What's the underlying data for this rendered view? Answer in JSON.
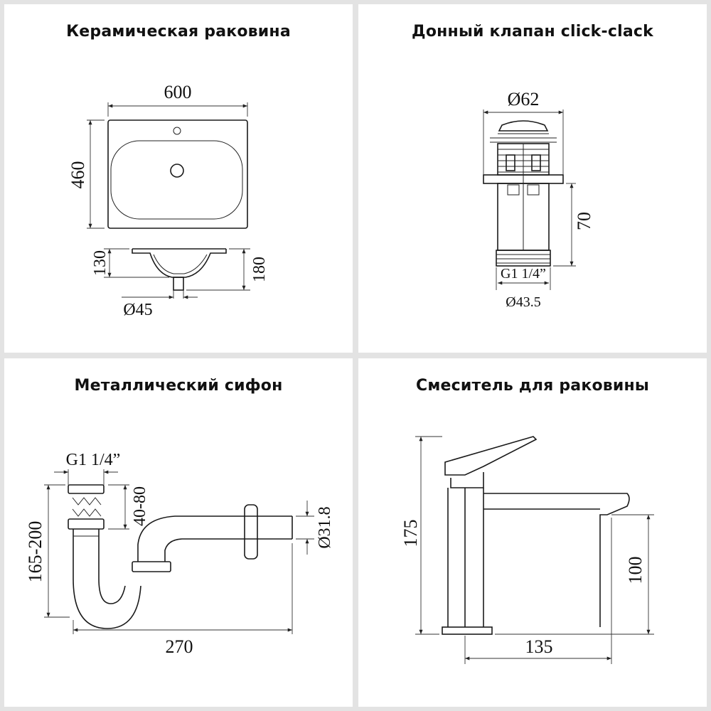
{
  "panels": {
    "basin": {
      "title": "Керамическая раковина",
      "dim_width": "600",
      "dim_depth": "460",
      "dim_bowl_depth": "130",
      "dim_total_height": "180",
      "dim_drain": "Ø45"
    },
    "valve": {
      "title": "Донный клапан click-clack",
      "dim_cap": "Ø62",
      "dim_height": "70",
      "dim_thread": "G1 1/4”",
      "dim_outer": "Ø43.5"
    },
    "siphon": {
      "title": "Металлический сифон",
      "dim_thread": "G1 1/4”",
      "dim_adjust": "40-80",
      "dim_height": "165-200",
      "dim_outlet": "Ø31.8",
      "dim_length": "270"
    },
    "faucet": {
      "title": "Смеситель для раковины",
      "dim_height": "175",
      "dim_spout_height": "100",
      "dim_reach": "135"
    }
  }
}
